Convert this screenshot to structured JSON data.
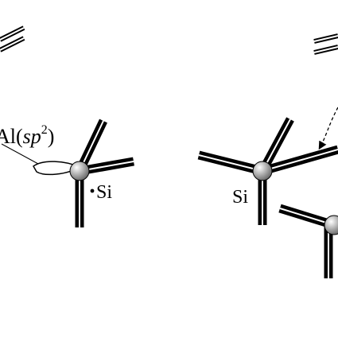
{
  "labels": {
    "al_prefix": "Al(",
    "al_orbital": "sp",
    "al_superscript": "2",
    "al_suffix": ")",
    "si_dangling": "Si",
    "si_right": "Si"
  },
  "colors": {
    "bond_outer": "#000000",
    "bond_inner": "#ffffff",
    "atom_highlight": "#ffffff",
    "atom_shadow": "#6a6a6a",
    "arrow": "#000000"
  },
  "icons": {
    "atom": "sphere",
    "orbital": "lobe",
    "transfer_arrow": "dashed-curved-arrow"
  }
}
